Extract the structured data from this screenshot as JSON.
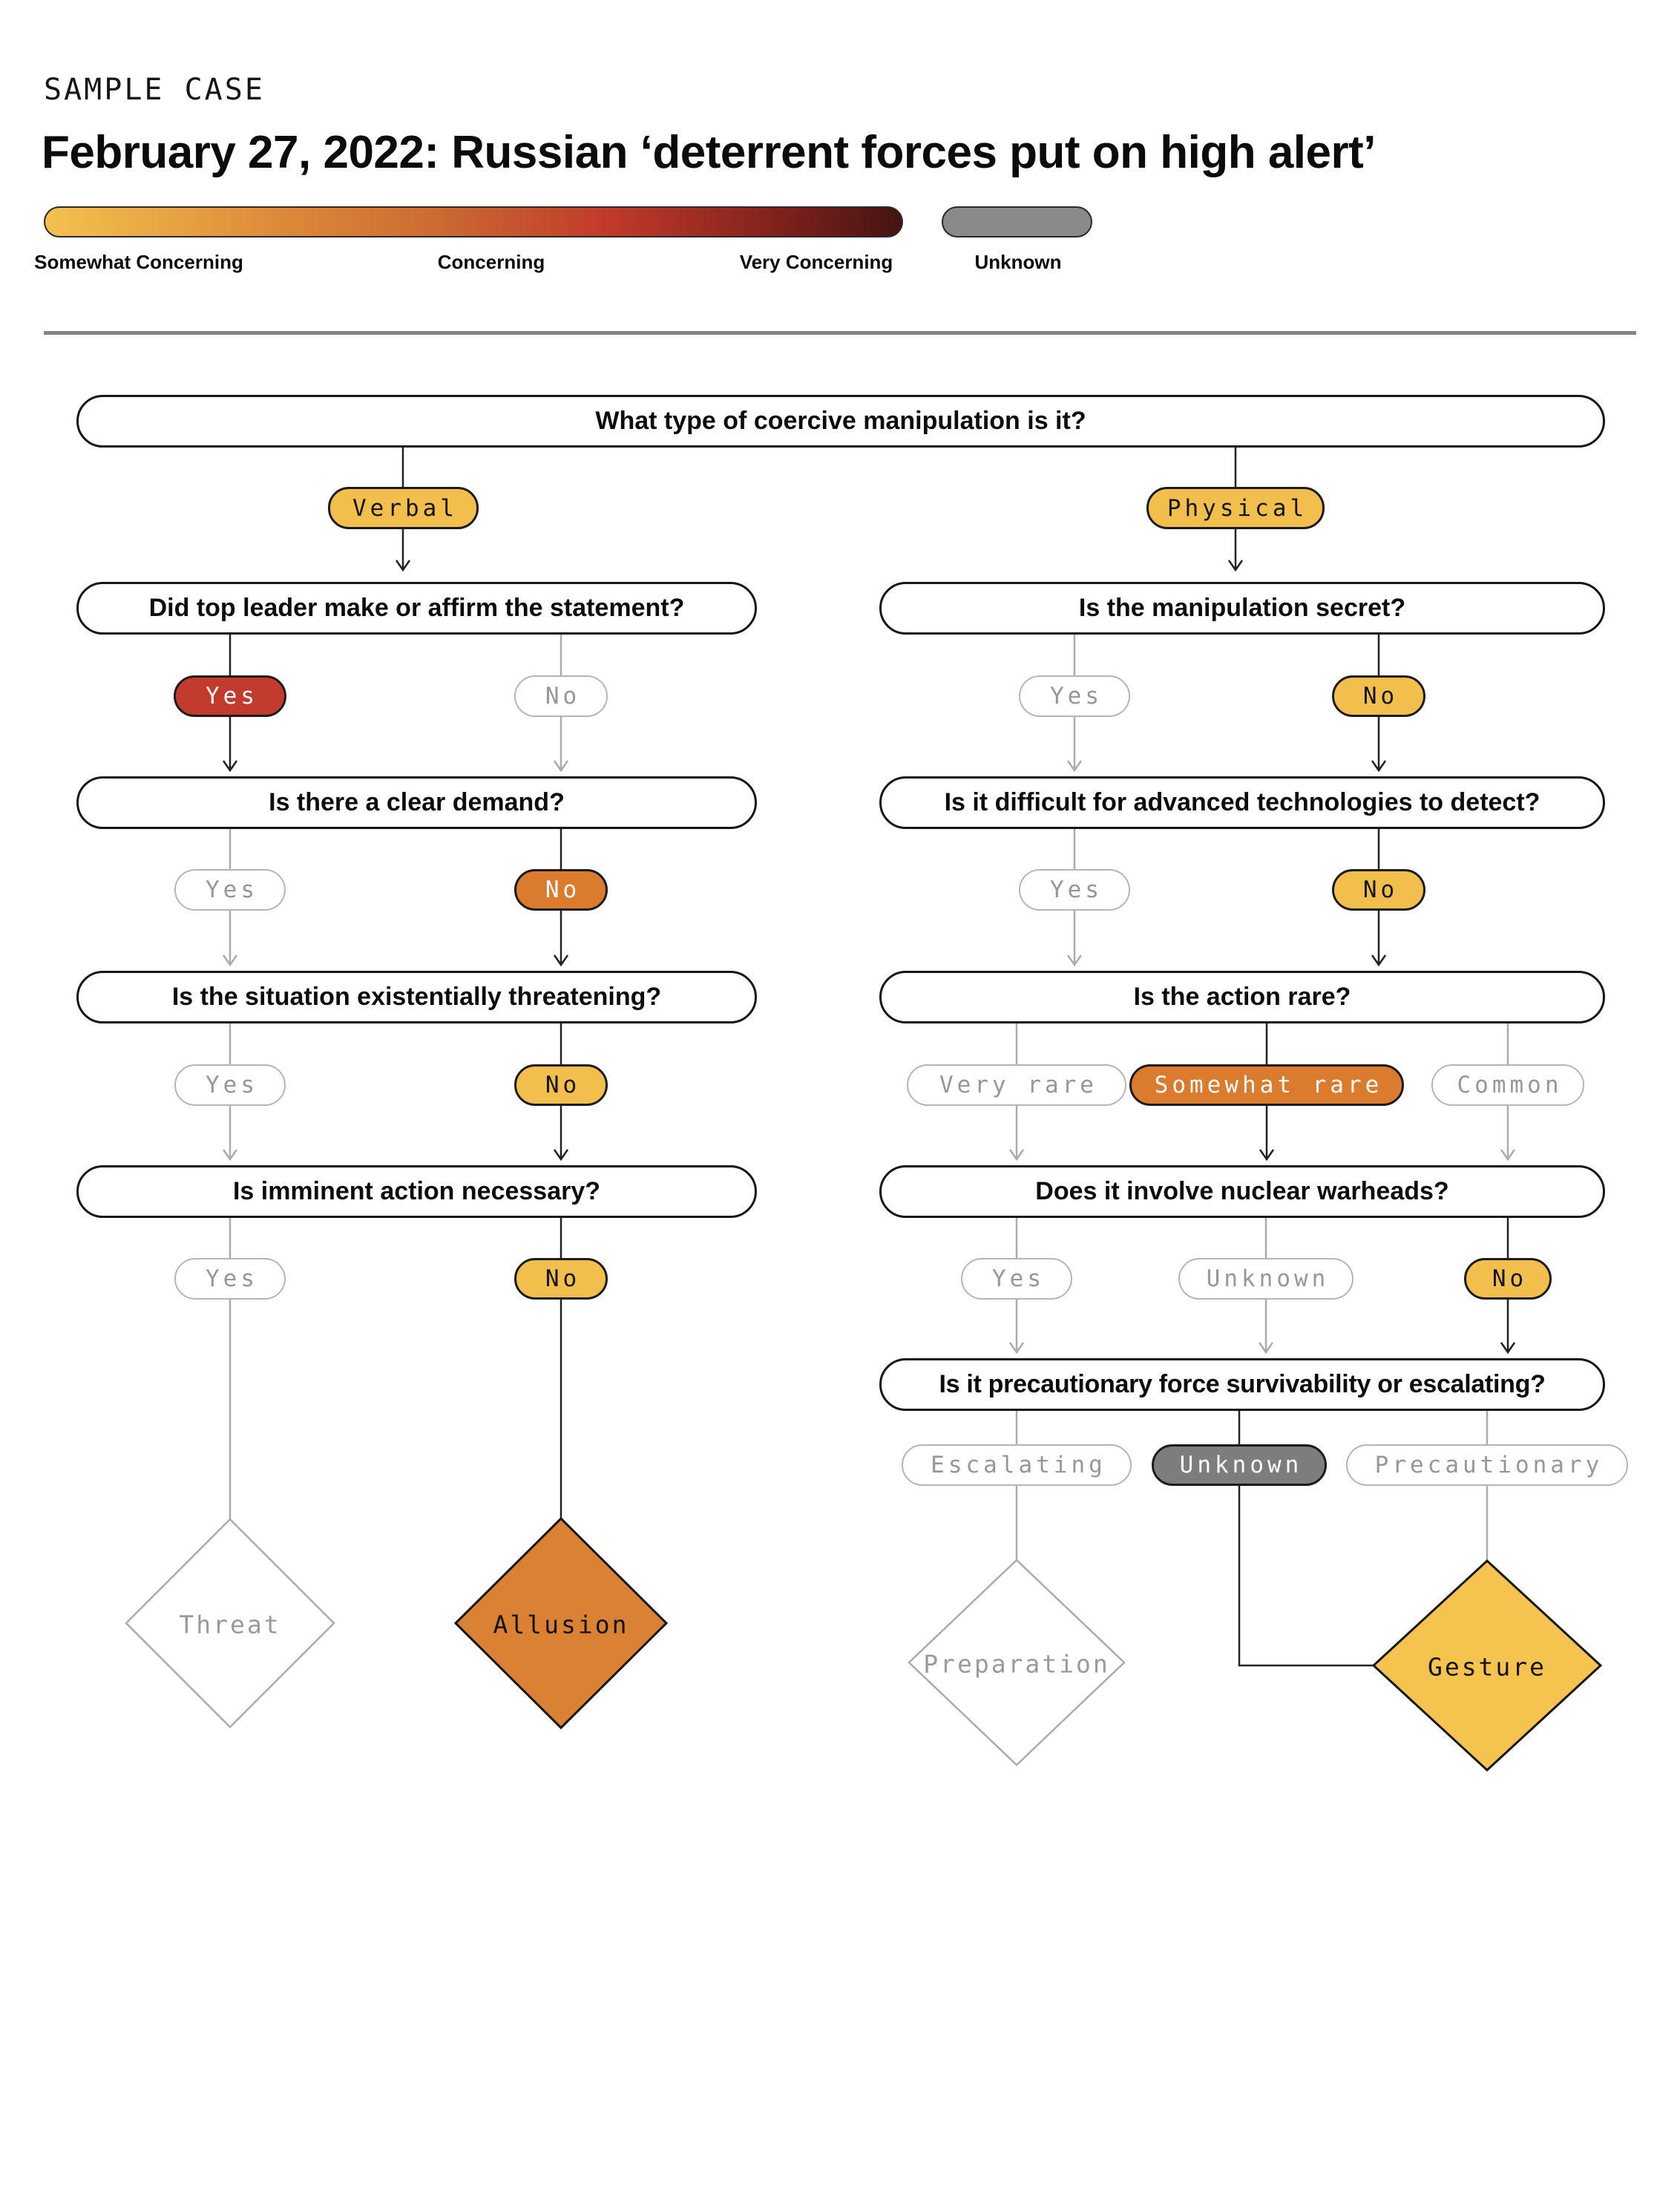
{
  "header": {
    "eyebrow": "SAMPLE CASE",
    "title": "February 27, 2022: Russian ‘deterrent forces put on high alert’"
  },
  "legend": {
    "scale_labels": [
      "Somewhat Concerning",
      "Concerning",
      "Very Concerning"
    ],
    "unknown_label": "Unknown",
    "colors": {
      "somewhat_concerning": "#F3C14D",
      "concerning": "#CB6A31",
      "very_concerning": "#9E2C22",
      "unknown": "#8A8A8A"
    }
  },
  "flowchart": {
    "root_question": "What type of coercive manipulation is it?",
    "status_colors": {
      "yellow": "#F2BF4C",
      "orange": "#DB7B2D",
      "red": "#C33B2C",
      "gray": "#7D7D7D"
    },
    "verbal": {
      "label": "Verbal",
      "questions": [
        {
          "text": "Did top leader make or affirm the statement?",
          "answers": [
            {
              "label": "Yes",
              "state": "red"
            },
            {
              "label": "No",
              "state": "none"
            }
          ]
        },
        {
          "text": "Is there a clear demand?",
          "answers": [
            {
              "label": "Yes",
              "state": "none"
            },
            {
              "label": "No",
              "state": "orange"
            }
          ]
        },
        {
          "text": "Is the situation existentially threatening?",
          "answers": [
            {
              "label": "Yes",
              "state": "none"
            },
            {
              "label": "No",
              "state": "yellow"
            }
          ]
        },
        {
          "text": "Is imminent action necessary?",
          "answers": [
            {
              "label": "Yes",
              "state": "none"
            },
            {
              "label": "No",
              "state": "yellow"
            }
          ]
        }
      ],
      "outcomes": [
        {
          "label": "Threat",
          "state": "none"
        },
        {
          "label": "Allusion",
          "state": "orange"
        }
      ]
    },
    "physical": {
      "label": "Physical",
      "questions": [
        {
          "text": "Is the manipulation secret?",
          "answers": [
            {
              "label": "Yes",
              "state": "none"
            },
            {
              "label": "No",
              "state": "yellow"
            }
          ]
        },
        {
          "text": "Is it difficult for advanced technologies to detect?",
          "answers": [
            {
              "label": "Yes",
              "state": "none"
            },
            {
              "label": "No",
              "state": "yellow"
            }
          ]
        },
        {
          "text": "Is the action rare?",
          "answers": [
            {
              "label": "Very rare",
              "state": "none"
            },
            {
              "label": "Somewhat rare",
              "state": "orange"
            },
            {
              "label": "Common",
              "state": "none"
            }
          ]
        },
        {
          "text": "Does it involve nuclear warheads?",
          "answers": [
            {
              "label": "Yes",
              "state": "none"
            },
            {
              "label": "Unknown",
              "state": "none"
            },
            {
              "label": "No",
              "state": "yellow"
            }
          ]
        },
        {
          "text": "Is it precautionary force survivability or escalating?",
          "answers": [
            {
              "label": "Escalating",
              "state": "none"
            },
            {
              "label": "Unknown",
              "state": "gray"
            },
            {
              "label": "Precautionary",
              "state": "none"
            }
          ]
        }
      ],
      "outcomes": [
        {
          "label": "Preparation",
          "state": "none"
        },
        {
          "label": "Gesture",
          "state": "yellow"
        }
      ]
    }
  }
}
